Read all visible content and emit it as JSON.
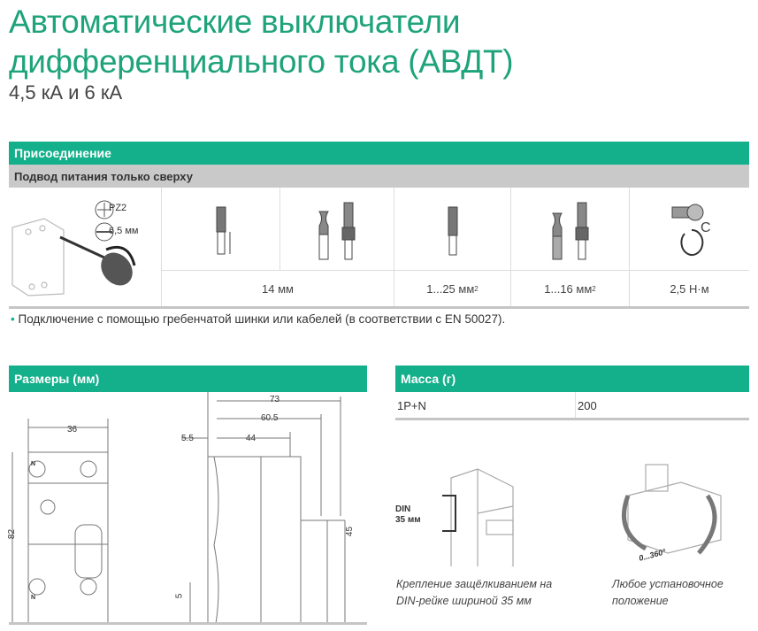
{
  "title_line1": "Автоматические выключатели",
  "title_line2": "дифференциального тока (АВДТ)",
  "subtitle": "4,5 кА и 6 кА",
  "connection": {
    "header": "Присоединение",
    "subheader": "Подвод питания только сверху",
    "screwdriver_pz": "PZ2",
    "screwdriver_flat": "6,5 мм",
    "values": [
      "14 мм",
      "1...25 мм",
      "1...16 мм",
      "2,5 Н·м"
    ],
    "sup": "2",
    "torque_symbol": "C",
    "note": "Подключение с помощью гребенчатой шинки или кабелей (в соответствии с EN 50027)."
  },
  "sizes": {
    "header": "Размеры (мм)",
    "dims": {
      "width": "36",
      "height": "82",
      "depth": "73",
      "d605": "60.5",
      "d44": "44",
      "d55": "5.5",
      "d45": "45",
      "d5": "5",
      "n": "N"
    }
  },
  "mass": {
    "header": "Масса (г)",
    "rows": [
      {
        "type": "1P+N",
        "value": "200"
      }
    ],
    "din_label1": "DIN",
    "din_label2": "35 мм",
    "rotation": "0...360°",
    "caption_din": "Крепление защёлкиванием на DIN-рейке шириной 35 мм",
    "caption_pos": "Любое установочное положение"
  }
}
